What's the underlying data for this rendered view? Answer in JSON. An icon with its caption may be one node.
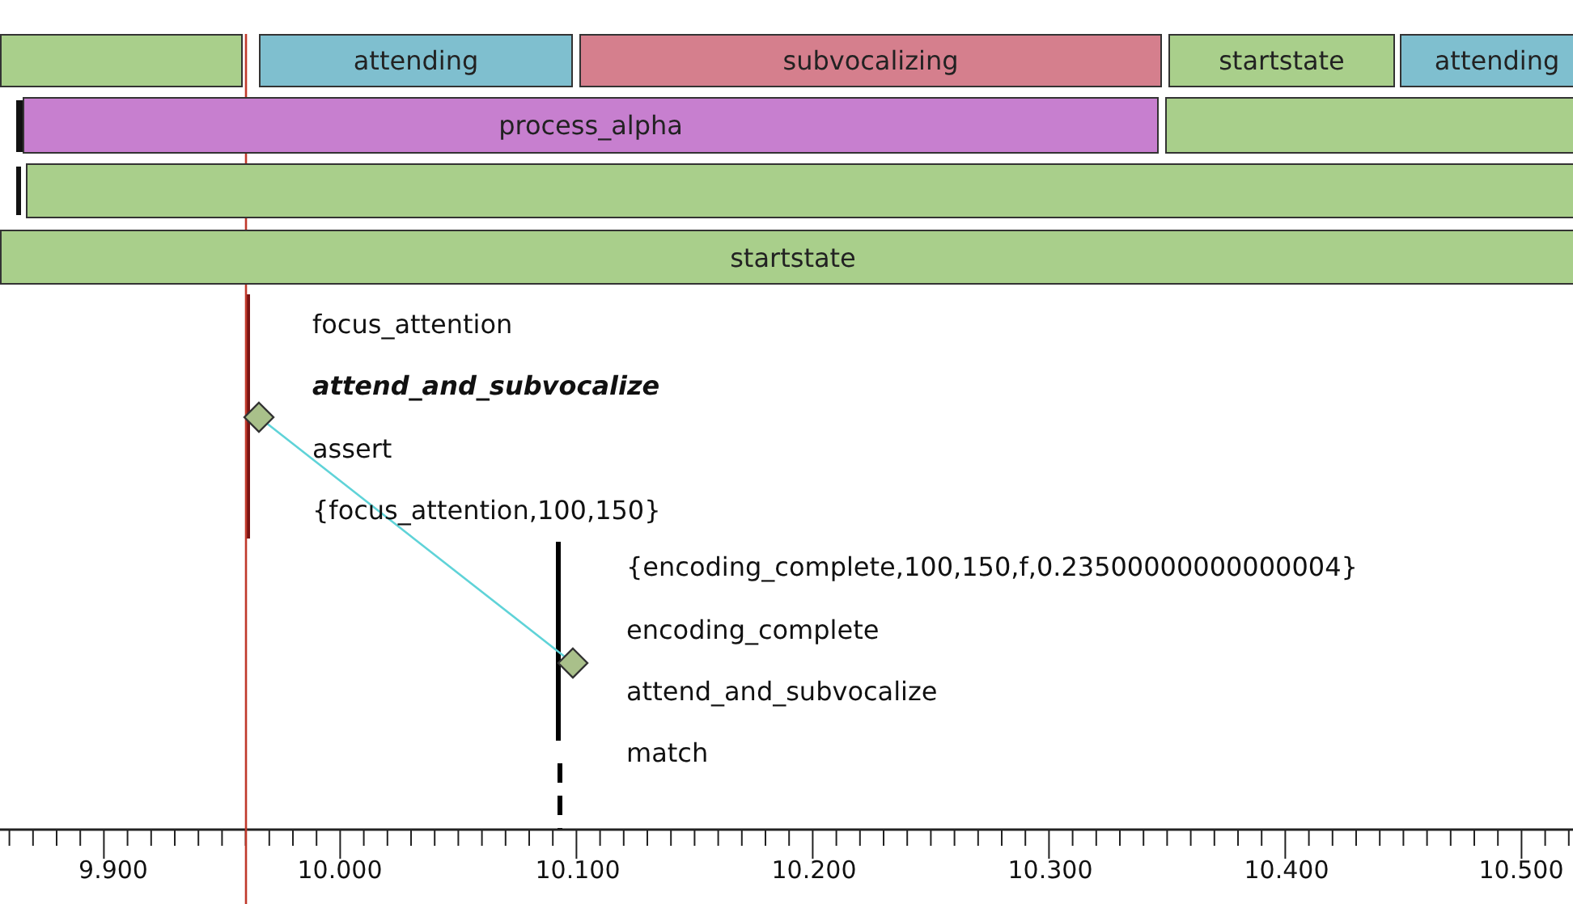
{
  "diagram": {
    "nodes": [
      {
        "text": [],
        "shape": "bar"
      },
      {
        "text": [
          "attending"
        ]
      },
      {
        "text": [
          "subvocalizing"
        ]
      },
      {
        "text": [
          "startstate"
        ]
      },
      {
        "text": [
          "attending"
        ]
      },
      {
        "text": [
          "process_alpha"
        ]
      },
      {
        "text": [],
        "shape": "bar"
      },
      {
        "text": [],
        "shape": "bar"
      },
      {
        "text": [
          "startstate"
        ]
      },
      {
        "text": [],
        "shape": "diamond",
        "beside": [
          "focus_attention",
          "attend_and_subvocalize",
          "assert",
          "{focus_attention,100,150}"
        ]
      },
      {
        "text": [],
        "shape": "diamond",
        "beside": [
          "{encoding_complete,100,150,f,0.23500000000000004}",
          "encoding_complete",
          "attend_and_subvocalize",
          "match"
        ]
      }
    ],
    "edges": [
      {
        "from": 9,
        "to": 10,
        "arrow": "none",
        "color": "#5fd3d8"
      }
    ],
    "labels": [
      "9.900",
      "10.000",
      "10.100",
      "10.200",
      "10.300",
      "10.400",
      "10.500"
    ]
  }
}
